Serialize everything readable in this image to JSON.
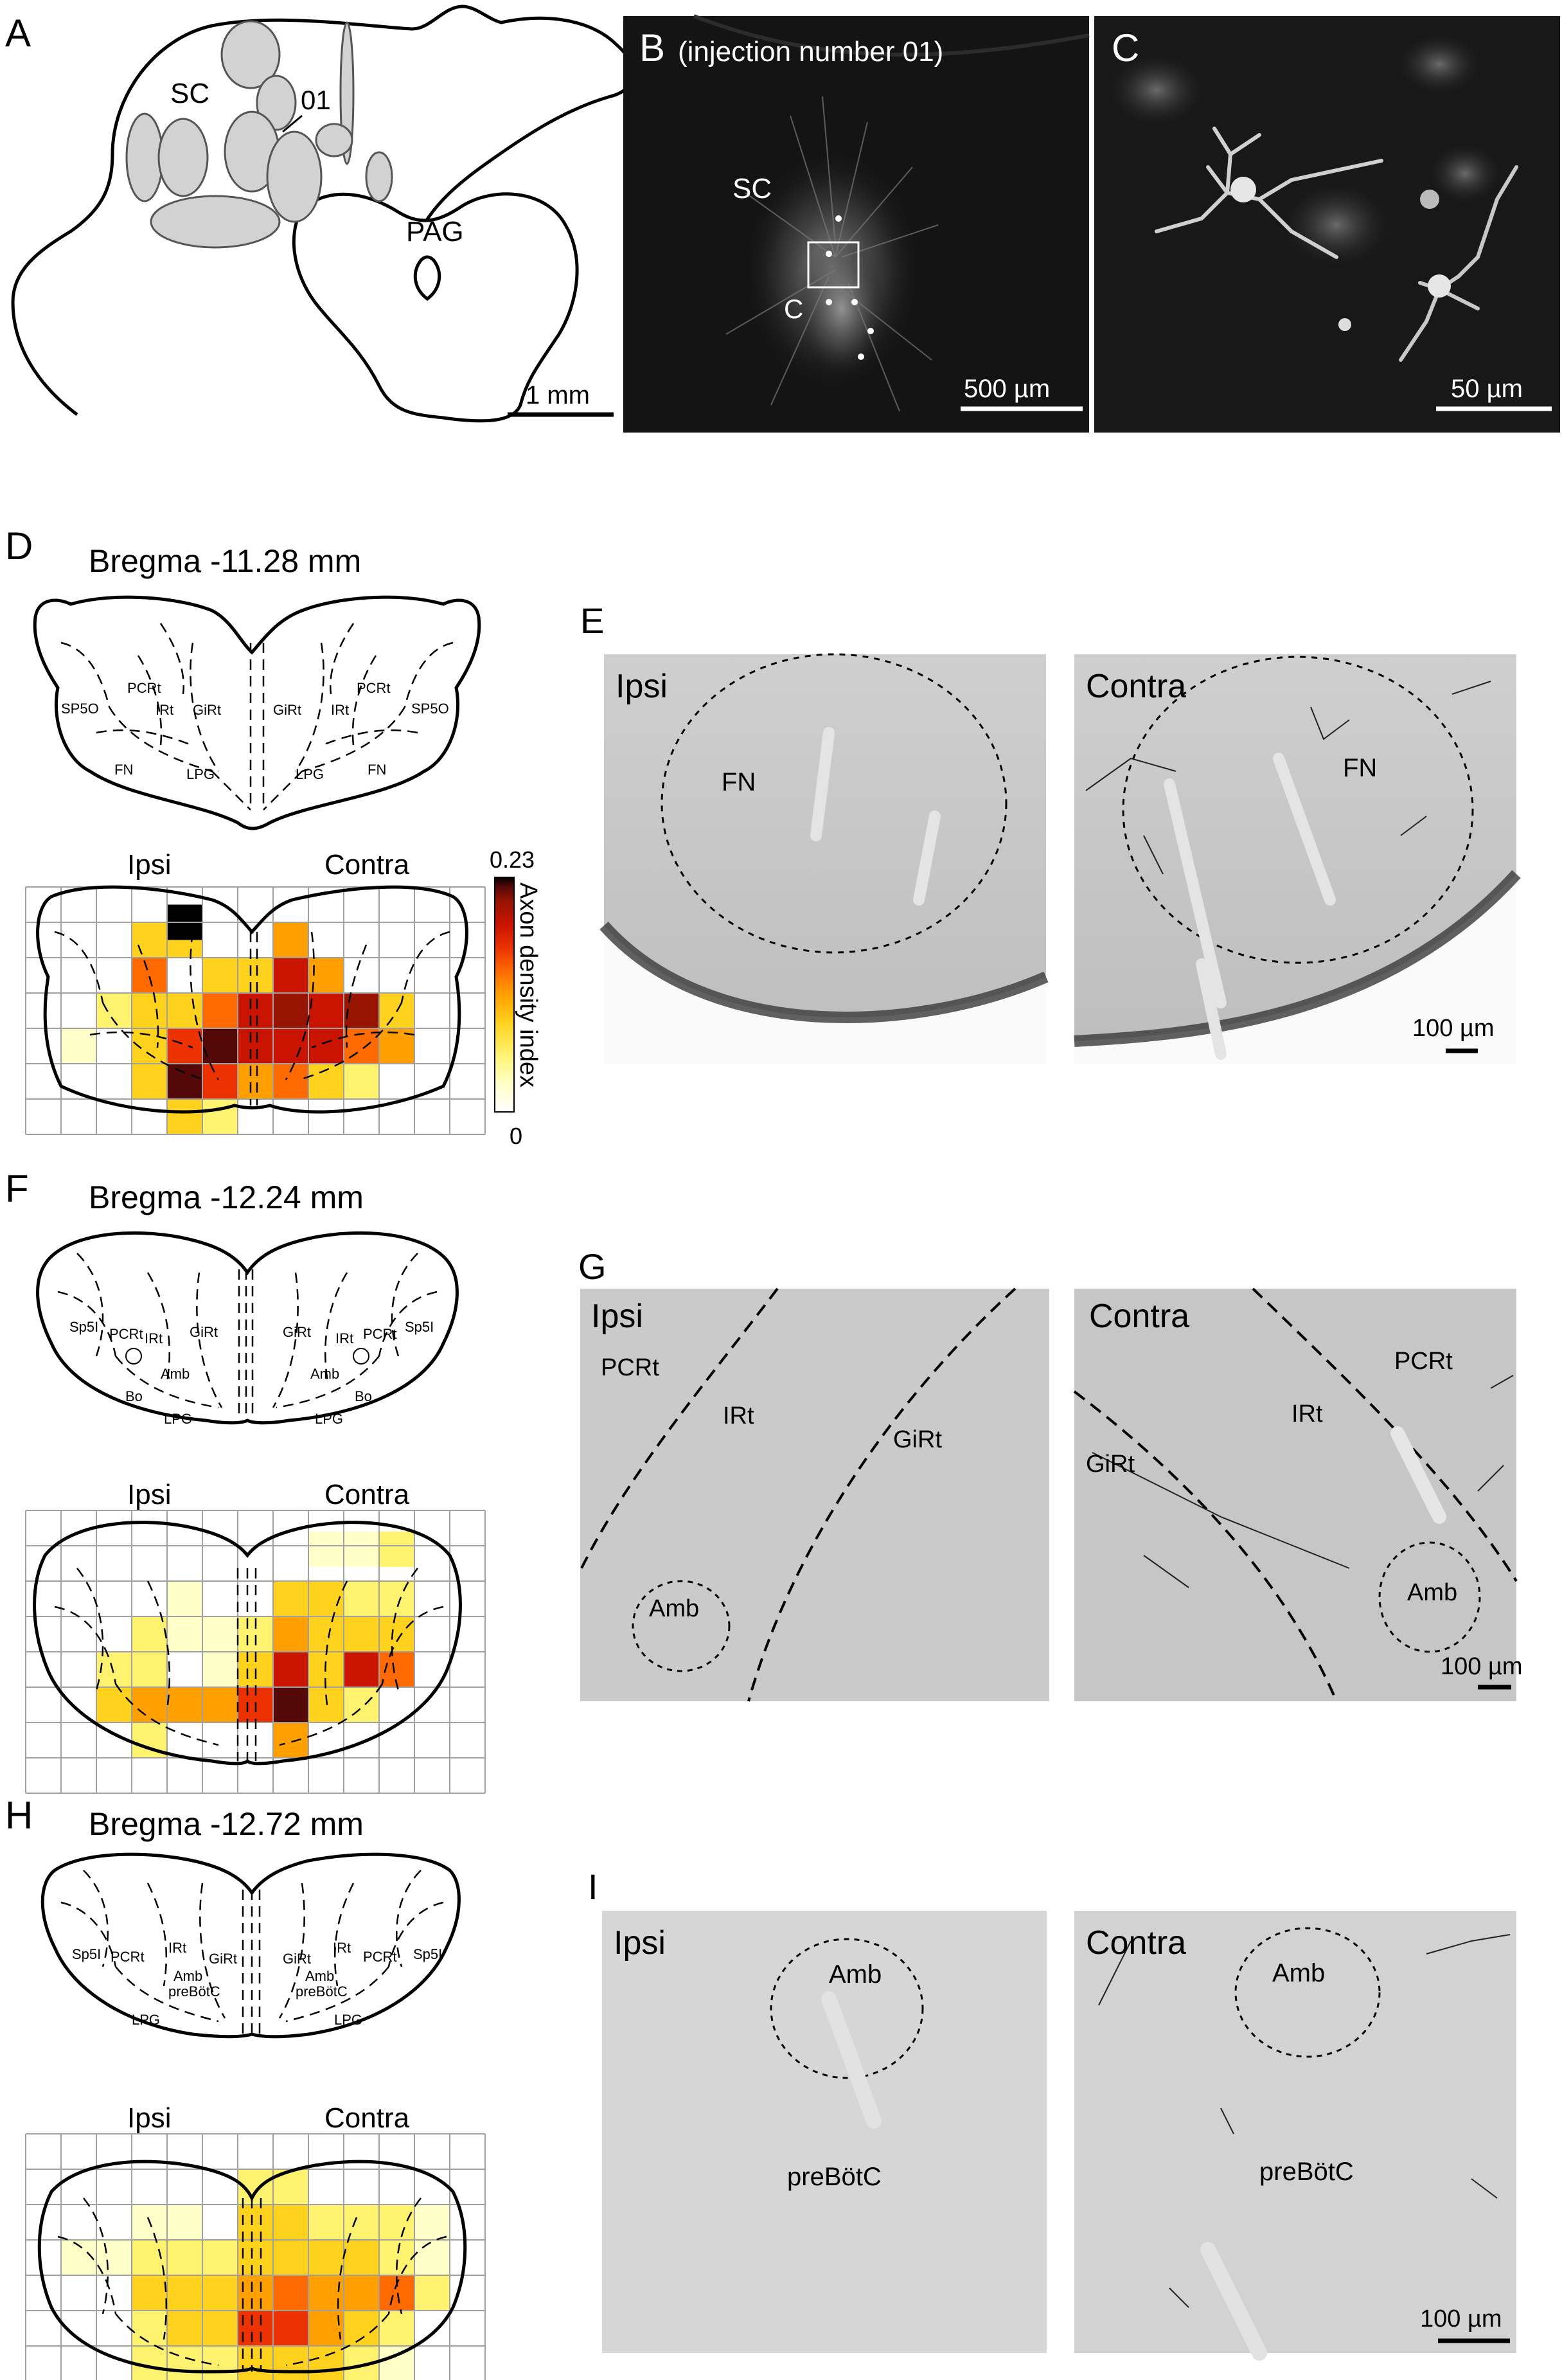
{
  "panels": {
    "A": {
      "letter": "A",
      "sc": "SC",
      "pag": "PAG",
      "inj": "01",
      "scale": "1 mm"
    },
    "B": {
      "letter": "B",
      "caption": "(injection number 01)",
      "sc": "SC",
      "inset": "C",
      "scale": "500 µm"
    },
    "C": {
      "letter": "C",
      "scale": "50 µm"
    },
    "D": {
      "letter": "D",
      "bregma": "Bregma -11.28 mm",
      "ipsi": "Ipsi",
      "contra": "Contra",
      "nuclei": [
        "SP5O",
        "PCRt",
        "IRt",
        "GiRt",
        "GiRt",
        "IRt",
        "PCRt",
        "SP5O",
        "FN",
        "LPG",
        "LPG",
        "FN"
      ]
    },
    "E": {
      "letter": "E",
      "ipsi": "Ipsi",
      "contra": "Contra",
      "region_ipsi": "FN",
      "region_contra": "FN",
      "scale": "100 µm"
    },
    "F": {
      "letter": "F",
      "bregma": "Bregma -12.24 mm",
      "ipsi": "Ipsi",
      "contra": "Contra",
      "nuclei": [
        "Sp5I",
        "PCRt",
        "IRt",
        "GiRt",
        "GiRt",
        "IRt",
        "PCRt",
        "Sp5I",
        "Amb",
        "Amb",
        "Bo",
        "Bo",
        "LPG",
        "LPG"
      ]
    },
    "G": {
      "letter": "G",
      "ipsi": "Ipsi",
      "contra": "Contra",
      "ipsi_regions": [
        "PCRt",
        "IRt",
        "GiRt",
        "Amb"
      ],
      "contra_regions": [
        "PCRt",
        "IRt",
        "GiRt",
        "Amb"
      ],
      "scale": "100 µm"
    },
    "H": {
      "letter": "H",
      "bregma": "Bregma -12.72 mm",
      "ipsi": "Ipsi",
      "contra": "Contra",
      "nuclei": [
        "Sp5I",
        "PCRt",
        "IRt",
        "GiRt",
        "GiRt",
        "IRt",
        "PCRt",
        "Sp5I",
        "Amb",
        "Amb",
        "preBötC",
        "preBötC",
        "LPG",
        "LPG"
      ]
    },
    "I": {
      "letter": "I",
      "ipsi": "Ipsi",
      "contra": "Contra",
      "amb": "Amb",
      "preb": "preBötC",
      "scale": "100 µm"
    }
  },
  "colorbar": {
    "max": "0.23",
    "min": "0",
    "label": "Axon density index",
    "colors": [
      "#ffffff",
      "#ffffc8",
      "#fff26e",
      "#ffd21e",
      "#ffa000",
      "#ff6a00",
      "#eb3200",
      "#c81400",
      "#961400",
      "#550808",
      "#000000"
    ]
  },
  "colors": {
    "outline": "#000000",
    "grid": "#a0a0a0",
    "region_gray": "#d2d2d2",
    "dark_bg": "#141414",
    "tissue": "#bdbdbd"
  },
  "heatmaps": {
    "D": {
      "cols": 12,
      "rows": 6,
      "cells": [
        [
          3,
          1,
          1,
          3,
          1,
          1,
          0.08
        ],
        [
          4,
          1,
          1,
          2,
          1,
          1,
          0.06
        ],
        [
          7,
          1,
          1,
          3,
          1,
          1,
          0.09
        ],
        [
          4,
          0.5,
          1,
          1,
          2,
          1,
          1
        ],
        [
          3,
          2,
          1,
          4,
          2,
          1,
          0.12
        ],
        [
          5,
          2,
          1,
          2,
          2,
          1,
          0.07
        ],
        [
          6,
          2,
          1,
          2,
          2,
          1,
          0.07
        ],
        [
          7,
          2,
          1,
          1,
          2,
          1,
          0.16
        ],
        [
          8,
          2,
          1,
          3,
          2,
          1,
          0.1
        ],
        [
          2,
          3,
          1,
          3,
          3,
          1,
          0.05
        ],
        [
          3,
          3,
          1,
          3,
          3,
          1,
          0.08
        ],
        [
          4,
          3,
          1,
          2,
          3,
          1,
          0.07
        ],
        [
          5,
          3,
          1,
          4,
          3,
          1,
          0.12
        ],
        [
          6,
          3,
          1,
          5,
          3,
          1,
          0.15
        ],
        [
          7,
          3,
          1,
          4,
          3,
          1,
          0.18
        ],
        [
          8,
          3,
          1,
          3,
          3,
          1,
          0.15
        ],
        [
          9,
          3,
          1,
          5,
          3,
          1,
          0.18
        ],
        [
          10,
          3,
          1,
          3,
          3,
          1,
          0.08
        ],
        [
          1,
          4,
          1,
          3,
          4,
          1,
          0.02
        ],
        [
          2,
          4,
          1,
          3,
          4,
          1,
          0.0
        ],
        [
          3,
          4,
          1,
          3,
          4,
          1,
          0.08
        ],
        [
          4,
          4,
          1,
          2,
          4,
          1,
          0.14
        ],
        [
          5,
          4,
          1,
          4,
          4,
          1,
          0.2
        ],
        [
          6,
          4,
          1,
          5,
          4,
          1,
          0.17
        ],
        [
          7,
          4,
          1,
          4,
          4,
          1,
          0.16
        ],
        [
          8,
          4,
          1,
          3,
          4,
          1,
          0.15
        ],
        [
          9,
          4,
          1,
          5,
          4,
          1,
          0.12
        ],
        [
          10,
          4,
          1,
          3,
          4,
          1,
          0.1
        ],
        [
          3,
          5,
          1,
          3,
          5,
          1,
          0.07
        ],
        [
          4,
          5,
          1,
          2,
          5,
          1,
          0.2
        ],
        [
          5,
          5,
          1,
          4,
          5,
          1,
          0.13
        ],
        [
          6,
          5,
          1,
          5,
          5,
          1,
          0.1
        ],
        [
          7,
          5,
          1,
          4,
          5,
          1,
          0.12
        ],
        [
          8,
          5,
          1,
          3,
          5,
          1,
          0.07
        ],
        [
          9,
          5,
          1,
          5,
          5,
          1,
          0.05
        ],
        [
          4,
          6,
          1,
          2,
          6,
          1,
          0.07
        ],
        [
          5,
          6,
          1,
          4,
          6,
          1,
          0.05
        ]
      ]
    },
    "F": {
      "cols": 12,
      "rows": 7,
      "cells": [
        [
          8,
          0.6,
          1,
          3,
          1,
          1,
          0.03
        ],
        [
          9,
          0.6,
          1,
          3,
          1,
          1,
          0.02
        ],
        [
          10,
          0.6,
          1,
          3,
          1,
          1,
          0.04
        ],
        [
          4,
          2,
          1,
          3,
          2,
          1,
          0.03
        ],
        [
          7,
          2,
          1,
          2,
          2,
          1,
          0.08
        ],
        [
          8,
          2,
          1,
          3,
          2,
          1,
          0.06
        ],
        [
          9,
          2,
          1,
          3,
          2,
          1,
          0.05
        ],
        [
          10,
          2,
          1,
          3,
          2,
          1,
          0.04
        ],
        [
          3,
          3,
          1,
          3,
          3,
          1,
          0.04
        ],
        [
          4,
          3,
          1,
          3,
          3,
          1,
          0.03
        ],
        [
          5,
          3,
          1,
          3,
          3,
          1,
          0.03
        ],
        [
          6,
          3,
          1,
          3,
          3,
          1,
          0.05
        ],
        [
          7,
          3,
          1,
          3,
          3,
          1,
          0.1
        ],
        [
          8,
          3,
          1,
          3,
          3,
          1,
          0.08
        ],
        [
          9,
          3,
          1,
          3,
          3,
          1,
          0.07
        ],
        [
          10,
          3,
          1,
          3,
          3,
          1,
          0.06
        ],
        [
          2,
          4,
          1,
          3,
          4,
          1,
          0.05
        ],
        [
          3,
          4,
          1,
          3,
          4,
          1,
          0.04
        ],
        [
          4,
          4,
          1,
          3,
          4,
          1,
          0.0
        ],
        [
          5,
          4,
          1,
          3,
          4,
          1,
          0.03
        ],
        [
          6,
          4,
          1,
          3,
          4,
          1,
          0.06
        ],
        [
          7,
          4,
          1,
          3,
          4,
          1,
          0.17
        ],
        [
          8,
          4,
          1,
          3,
          4,
          1,
          0.07
        ],
        [
          9,
          4,
          1,
          3,
          4,
          1,
          0.17
        ],
        [
          10,
          4,
          1,
          3,
          4,
          1,
          0.12
        ],
        [
          2,
          5,
          1,
          3,
          5,
          1,
          0.06
        ],
        [
          3,
          5,
          1,
          3,
          5,
          1,
          0.1
        ],
        [
          4,
          5,
          1,
          3,
          5,
          1,
          0.1
        ],
        [
          5,
          5,
          1,
          3,
          5,
          1,
          0.1
        ],
        [
          6,
          5,
          1,
          3,
          5,
          1,
          0.13
        ],
        [
          7,
          5,
          1,
          3,
          5,
          1,
          0.2
        ],
        [
          8,
          5,
          1,
          3,
          5,
          1,
          0.08
        ],
        [
          9,
          5,
          1,
          3,
          5,
          1,
          0.04
        ],
        [
          3,
          6,
          1,
          3,
          6,
          1,
          0.05
        ],
        [
          7,
          6,
          1,
          3,
          6,
          1,
          0.09
        ]
      ]
    },
    "H": {
      "cols": 12,
      "rows": 8,
      "cells": [
        [
          6,
          1,
          1,
          3,
          1,
          1,
          0.05
        ],
        [
          7,
          1,
          1,
          3,
          1,
          1,
          0.05
        ],
        [
          3,
          2,
          1,
          3,
          2,
          1,
          0.02
        ],
        [
          4,
          2,
          1,
          3,
          2,
          1,
          0.02
        ],
        [
          6,
          2,
          1,
          3,
          2,
          1,
          0.06
        ],
        [
          7,
          2,
          1,
          3,
          2,
          1,
          0.06
        ],
        [
          8,
          2,
          1,
          3,
          2,
          1,
          0.05
        ],
        [
          9,
          2,
          1,
          3,
          2,
          1,
          0.04
        ],
        [
          10,
          2,
          1,
          3,
          2,
          1,
          0.04
        ],
        [
          11,
          2,
          1,
          3,
          2,
          1,
          0.02
        ],
        [
          1,
          3,
          1,
          3,
          3,
          1,
          0.02
        ],
        [
          2,
          3,
          1,
          3,
          3,
          1,
          0.02
        ],
        [
          3,
          3,
          1,
          3,
          3,
          1,
          0.04
        ],
        [
          4,
          3,
          1,
          3,
          3,
          1,
          0.05
        ],
        [
          5,
          3,
          1,
          3,
          3,
          1,
          0.04
        ],
        [
          6,
          3,
          1,
          3,
          3,
          1,
          0.07
        ],
        [
          7,
          3,
          1,
          3,
          3,
          1,
          0.08
        ],
        [
          8,
          3,
          1,
          3,
          3,
          1,
          0.06
        ],
        [
          9,
          3,
          1,
          3,
          3,
          1,
          0.06
        ],
        [
          10,
          3,
          1,
          3,
          3,
          1,
          0.05
        ],
        [
          11,
          3,
          1,
          3,
          3,
          1,
          0.03
        ],
        [
          3,
          4,
          1,
          3,
          4,
          1,
          0.06
        ],
        [
          4,
          4,
          1,
          3,
          4,
          1,
          0.07
        ],
        [
          5,
          4,
          1,
          3,
          4,
          1,
          0.06
        ],
        [
          6,
          4,
          1,
          3,
          4,
          1,
          0.1
        ],
        [
          7,
          4,
          1,
          3,
          4,
          1,
          0.12
        ],
        [
          8,
          4,
          1,
          3,
          4,
          1,
          0.09
        ],
        [
          9,
          4,
          1,
          3,
          4,
          1,
          0.1
        ],
        [
          10,
          4,
          1,
          3,
          4,
          1,
          0.12
        ],
        [
          11,
          4,
          1,
          3,
          4,
          1,
          0.04
        ],
        [
          3,
          5,
          1,
          3,
          5,
          1,
          0.05
        ],
        [
          4,
          5,
          1,
          3,
          5,
          1,
          0.06
        ],
        [
          5,
          5,
          1,
          3,
          5,
          1,
          0.06
        ],
        [
          6,
          5,
          1,
          3,
          5,
          1,
          0.13
        ],
        [
          7,
          5,
          1,
          3,
          5,
          1,
          0.14
        ],
        [
          8,
          5,
          1,
          3,
          5,
          1,
          0.1
        ],
        [
          9,
          5,
          1,
          3,
          5,
          1,
          0.06
        ],
        [
          10,
          5,
          1,
          3,
          5,
          1,
          0.05
        ],
        [
          3,
          6,
          1,
          3,
          6,
          1,
          0.04
        ],
        [
          4,
          6,
          1,
          3,
          6,
          1,
          0.05
        ],
        [
          5,
          6,
          1,
          3,
          6,
          1,
          0.05
        ],
        [
          6,
          6,
          1,
          3,
          6,
          1,
          0.08
        ],
        [
          7,
          6,
          1,
          3,
          6,
          1,
          0.07
        ],
        [
          8,
          6,
          1,
          3,
          6,
          1,
          0.06
        ],
        [
          9,
          6,
          1,
          3,
          6,
          1,
          0.04
        ],
        [
          10,
          6,
          1,
          3,
          6,
          1,
          0.03
        ]
      ]
    }
  }
}
